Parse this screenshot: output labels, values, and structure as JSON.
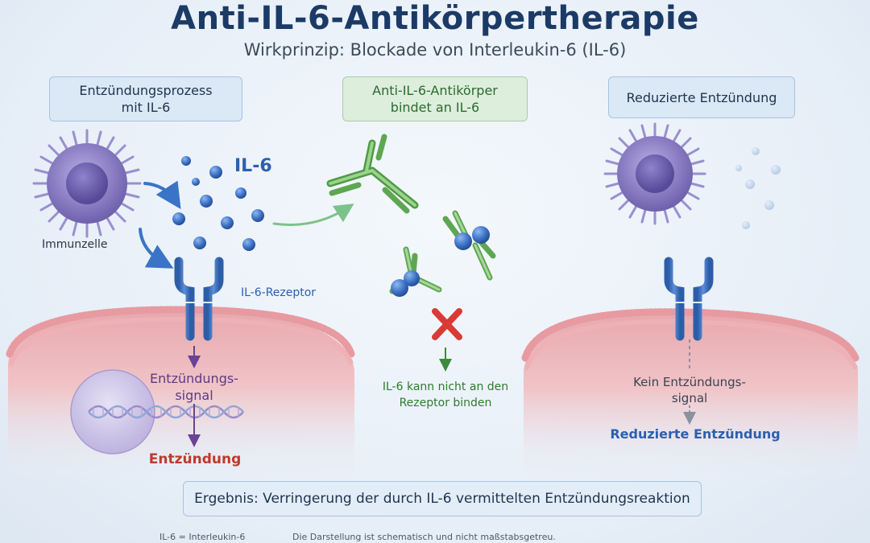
{
  "title": "Anti-IL-6-Antikörpertherapie",
  "subtitle": "Wirkprinzip: Blockade von Interleukin-6 (IL-6)",
  "panels": {
    "left": "Entzündungsprozess\nmit IL-6",
    "middle": "Anti-IL-6-Antikörper\nbindet an IL-6",
    "right": "Reduzierte Entzündung"
  },
  "left": {
    "immune_cell_label": "Immunzelle",
    "il6_label": "IL-6",
    "receptor_label": "IL-6-Rezeptor",
    "signal_label": "Entzündungs-\nsignal",
    "outcome_label": "Entzündung"
  },
  "middle": {
    "blocked_label": "IL-6 kann nicht an den\nRezeptor binden"
  },
  "right": {
    "no_signal_label": "Kein Entzündungs-\nsignal",
    "outcome_label": "Reduzierte Entzündung"
  },
  "result": "Ergebnis: Verringerung der durch IL-6 vermittelten Entzündungsreaktion",
  "footer": {
    "abbreviation": "IL-6 = Interleukin-6",
    "note": "Die Darstellung ist schematisch und nicht maßstabsgetreu."
  },
  "colors": {
    "title": "#1c3a66",
    "il6_blue": "#2c5fae",
    "antibody_green": "#5fa653",
    "cell_purple": "#8c7fc4",
    "membrane_pink": "#e8a7ad",
    "block_red": "#d93a35"
  }
}
